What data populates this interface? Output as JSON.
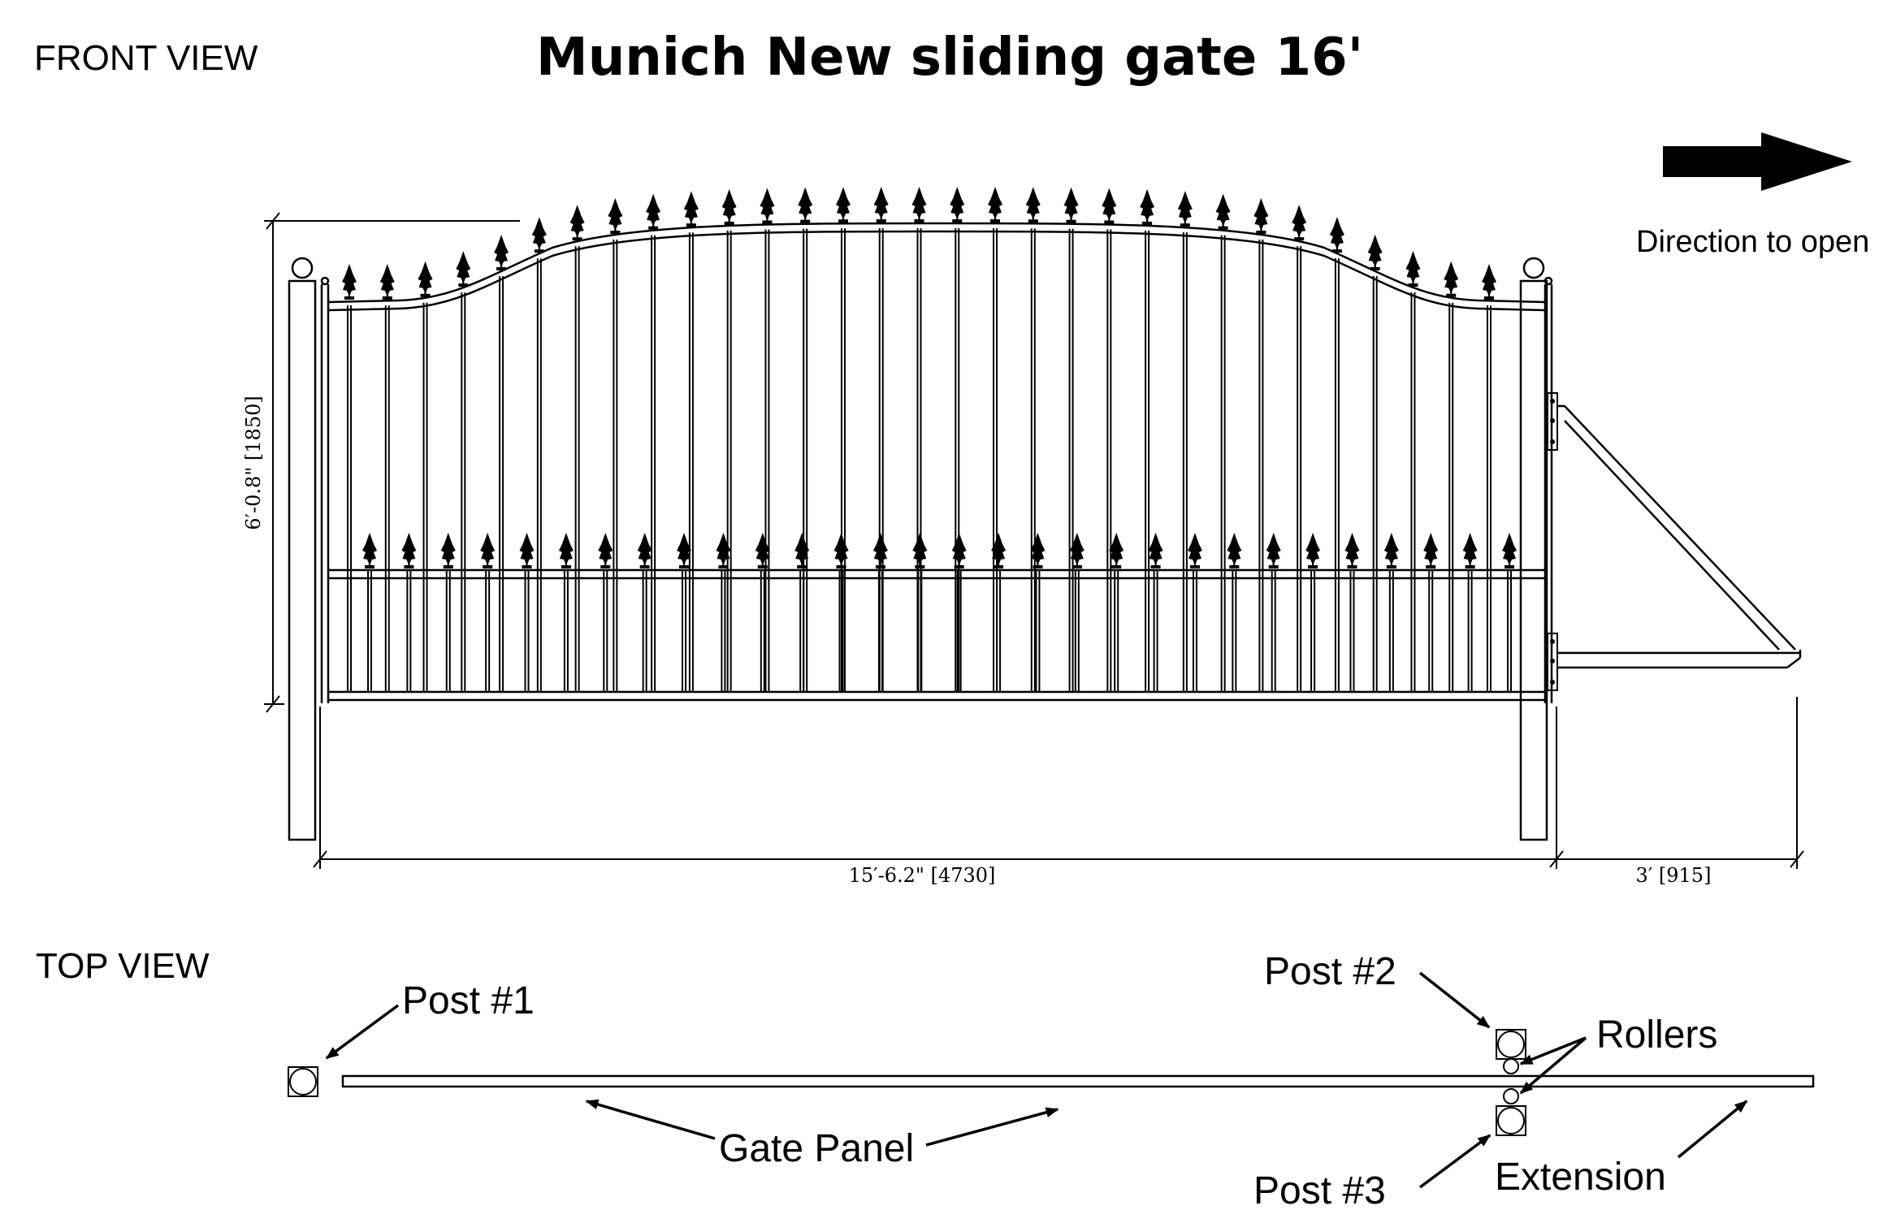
{
  "title": "Munich New sliding gate 16'",
  "front_view": {
    "label": "FRONT VIEW",
    "height_dim": "6′-0.8\" [1850]",
    "width_dim": "15′-6.2\" [4730]",
    "extension_dim": "3′  [915]",
    "direction_label": "Direction to open",
    "upper_finials": 31,
    "lower_finials": 30
  },
  "top_view": {
    "label": "TOP  VIEW",
    "post1": "Post #1",
    "post2": "Post #2",
    "post3": "Post #3",
    "rollers": "Rollers",
    "gate_panel": "Gate Panel",
    "extension": "Extension"
  },
  "colors": {
    "ink": "#000000",
    "paper": "#ffffff"
  }
}
